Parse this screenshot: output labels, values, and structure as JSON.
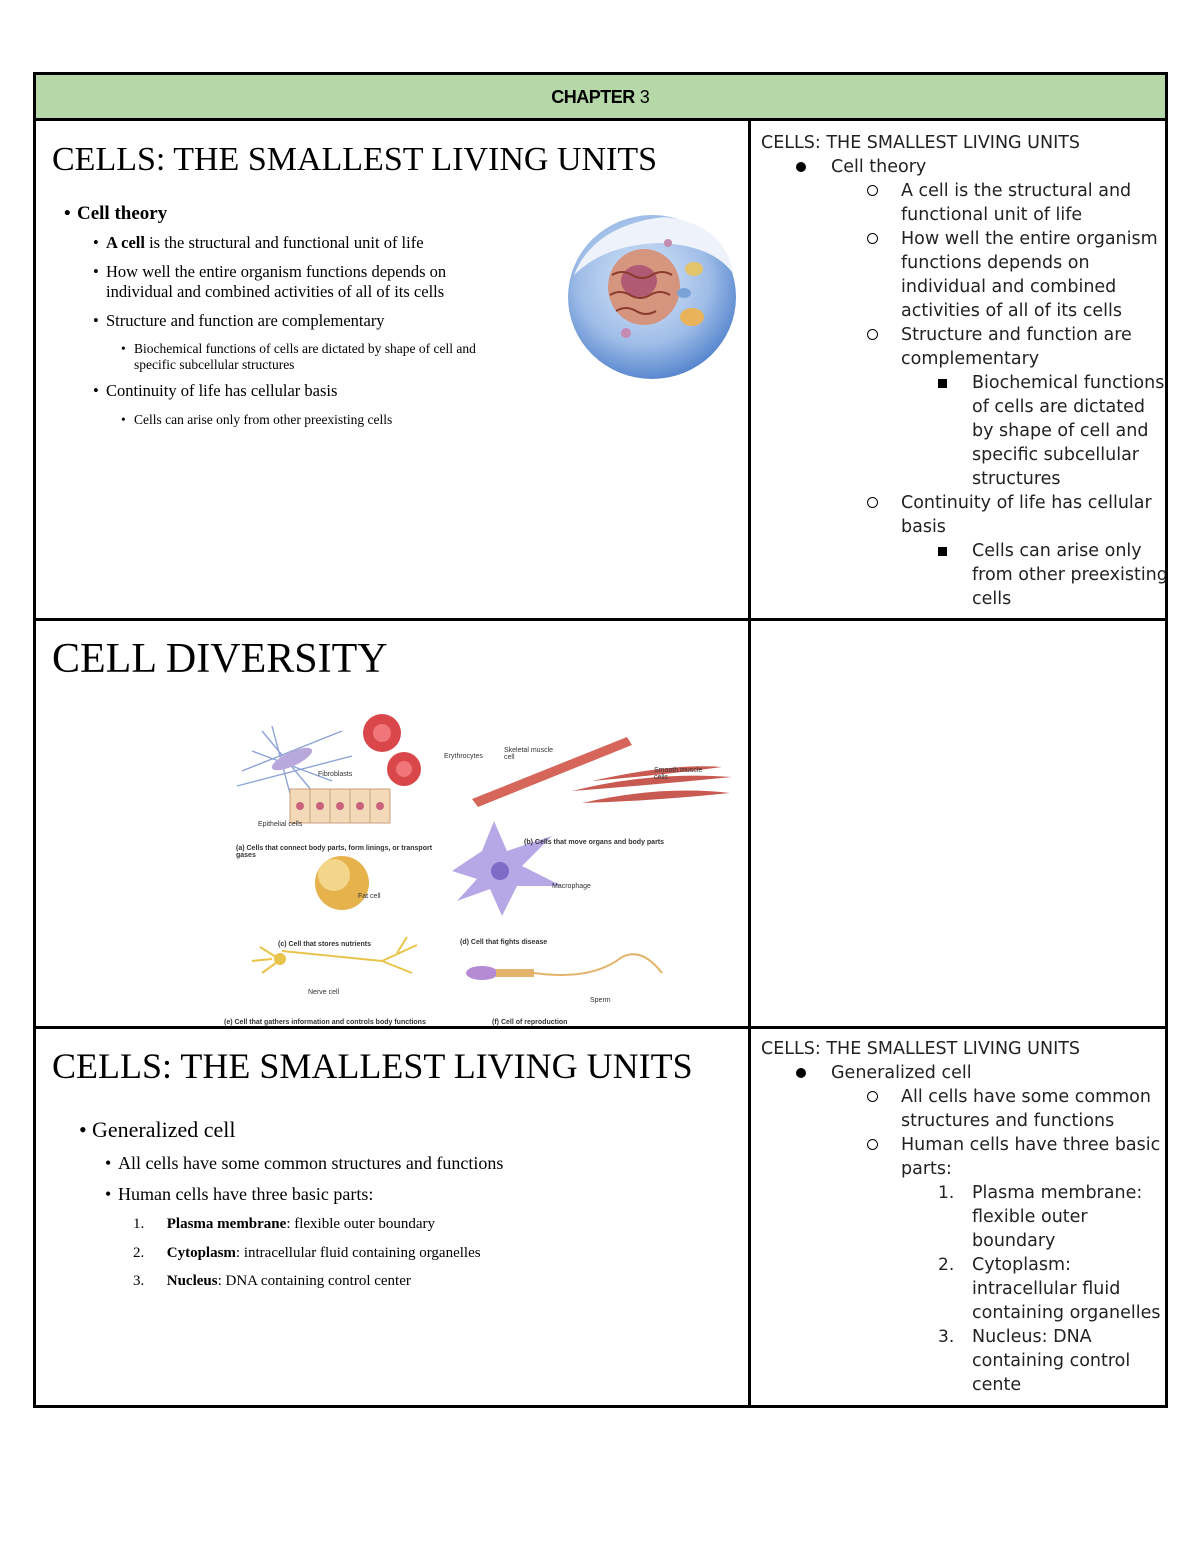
{
  "header": {
    "chapter_label": "CHAPTER",
    "chapter_number": "3"
  },
  "row1": {
    "slide": {
      "title": "CELLS: THE SMALLEST LIVING UNITS",
      "heading": "Cell theory",
      "b1_bold": "A cell",
      "b1_rest": " is the structural and functional unit of life",
      "b2_line1": "How well the entire organism functions depends on",
      "b2_line2": "individual and combined activities of all of its cells",
      "b3": "Structure and function are complementary",
      "b3_sub_line1": "Biochemical functions of cells are dictated by shape of cell and",
      "b3_sub_line2": "specific subcellular structures",
      "b4": "Continuity of life has cellular basis",
      "b4_sub": "Cells can arise only from other preexisting cells"
    },
    "notes": {
      "title": "CELLS: THE SMALLEST LIVING UNITS",
      "l1": "Cell theory",
      "l2a": "A cell is the structural and functional unit of life",
      "l2b": "How well the entire organism functions depends on individual and combined activities of all of its cells",
      "l2c": "Structure and function are complementary",
      "l3a": "Biochemical functions of cells are dictated by shape of cell and specific subcellular structures",
      "l2d": "Continuity of life has cellular basis",
      "l3b": "Cells can arise only from other preexisting cells"
    }
  },
  "row2": {
    "slide": {
      "title": "CELL DIVERSITY",
      "labels": {
        "erythrocytes": "Erythrocytes",
        "fibroblasts": "Fibroblasts",
        "epithelial": "Epithelial cells",
        "skeletal": "Skeletal muscle cell",
        "smooth": "Smooth muscle cells",
        "cap_a": "(a) Cells that connect body parts, form linings, or transport gases",
        "cap_b": "(b) Cells that move organs and body parts",
        "fat": "Fat cell",
        "macrophage": "Macrophage",
        "cap_c": "(c) Cell that stores nutrients",
        "cap_d": "(d) Cell that fights disease",
        "nerve": "Nerve cell",
        "sperm": "Sperm",
        "cap_e": "(e) Cell that gathers information and controls body functions",
        "cap_f": "(f) Cell of reproduction"
      }
    }
  },
  "row3": {
    "slide": {
      "title": "CELLS: THE SMALLEST LIVING UNITS",
      "heading": "Generalized cell",
      "b1": "All cells have some common structures and functions",
      "b2": "Human cells have three basic parts:",
      "i1_bold": "Plasma membrane",
      "i1_rest": ": flexible outer boundary",
      "i2_bold": "Cytoplasm",
      "i2_rest": ": intracellular fluid containing organelles",
      "i3_bold": "Nucleus",
      "i3_rest": ": DNA containing control center"
    },
    "notes": {
      "title": "CELLS: THE SMALLEST LIVING UNITS",
      "l1": "Generalized cell",
      "l2a": "All cells have some common structures and functions",
      "l2b": "Human cells have three basic parts:",
      "n1": "1.",
      "i1": "Plasma membrane: flexible outer boundary",
      "n2": "2.",
      "i2": "Cytoplasm: intracellular fluid containing organelles",
      "n3": "3.",
      "i3": "Nucleus: DNA containing control cente"
    }
  }
}
